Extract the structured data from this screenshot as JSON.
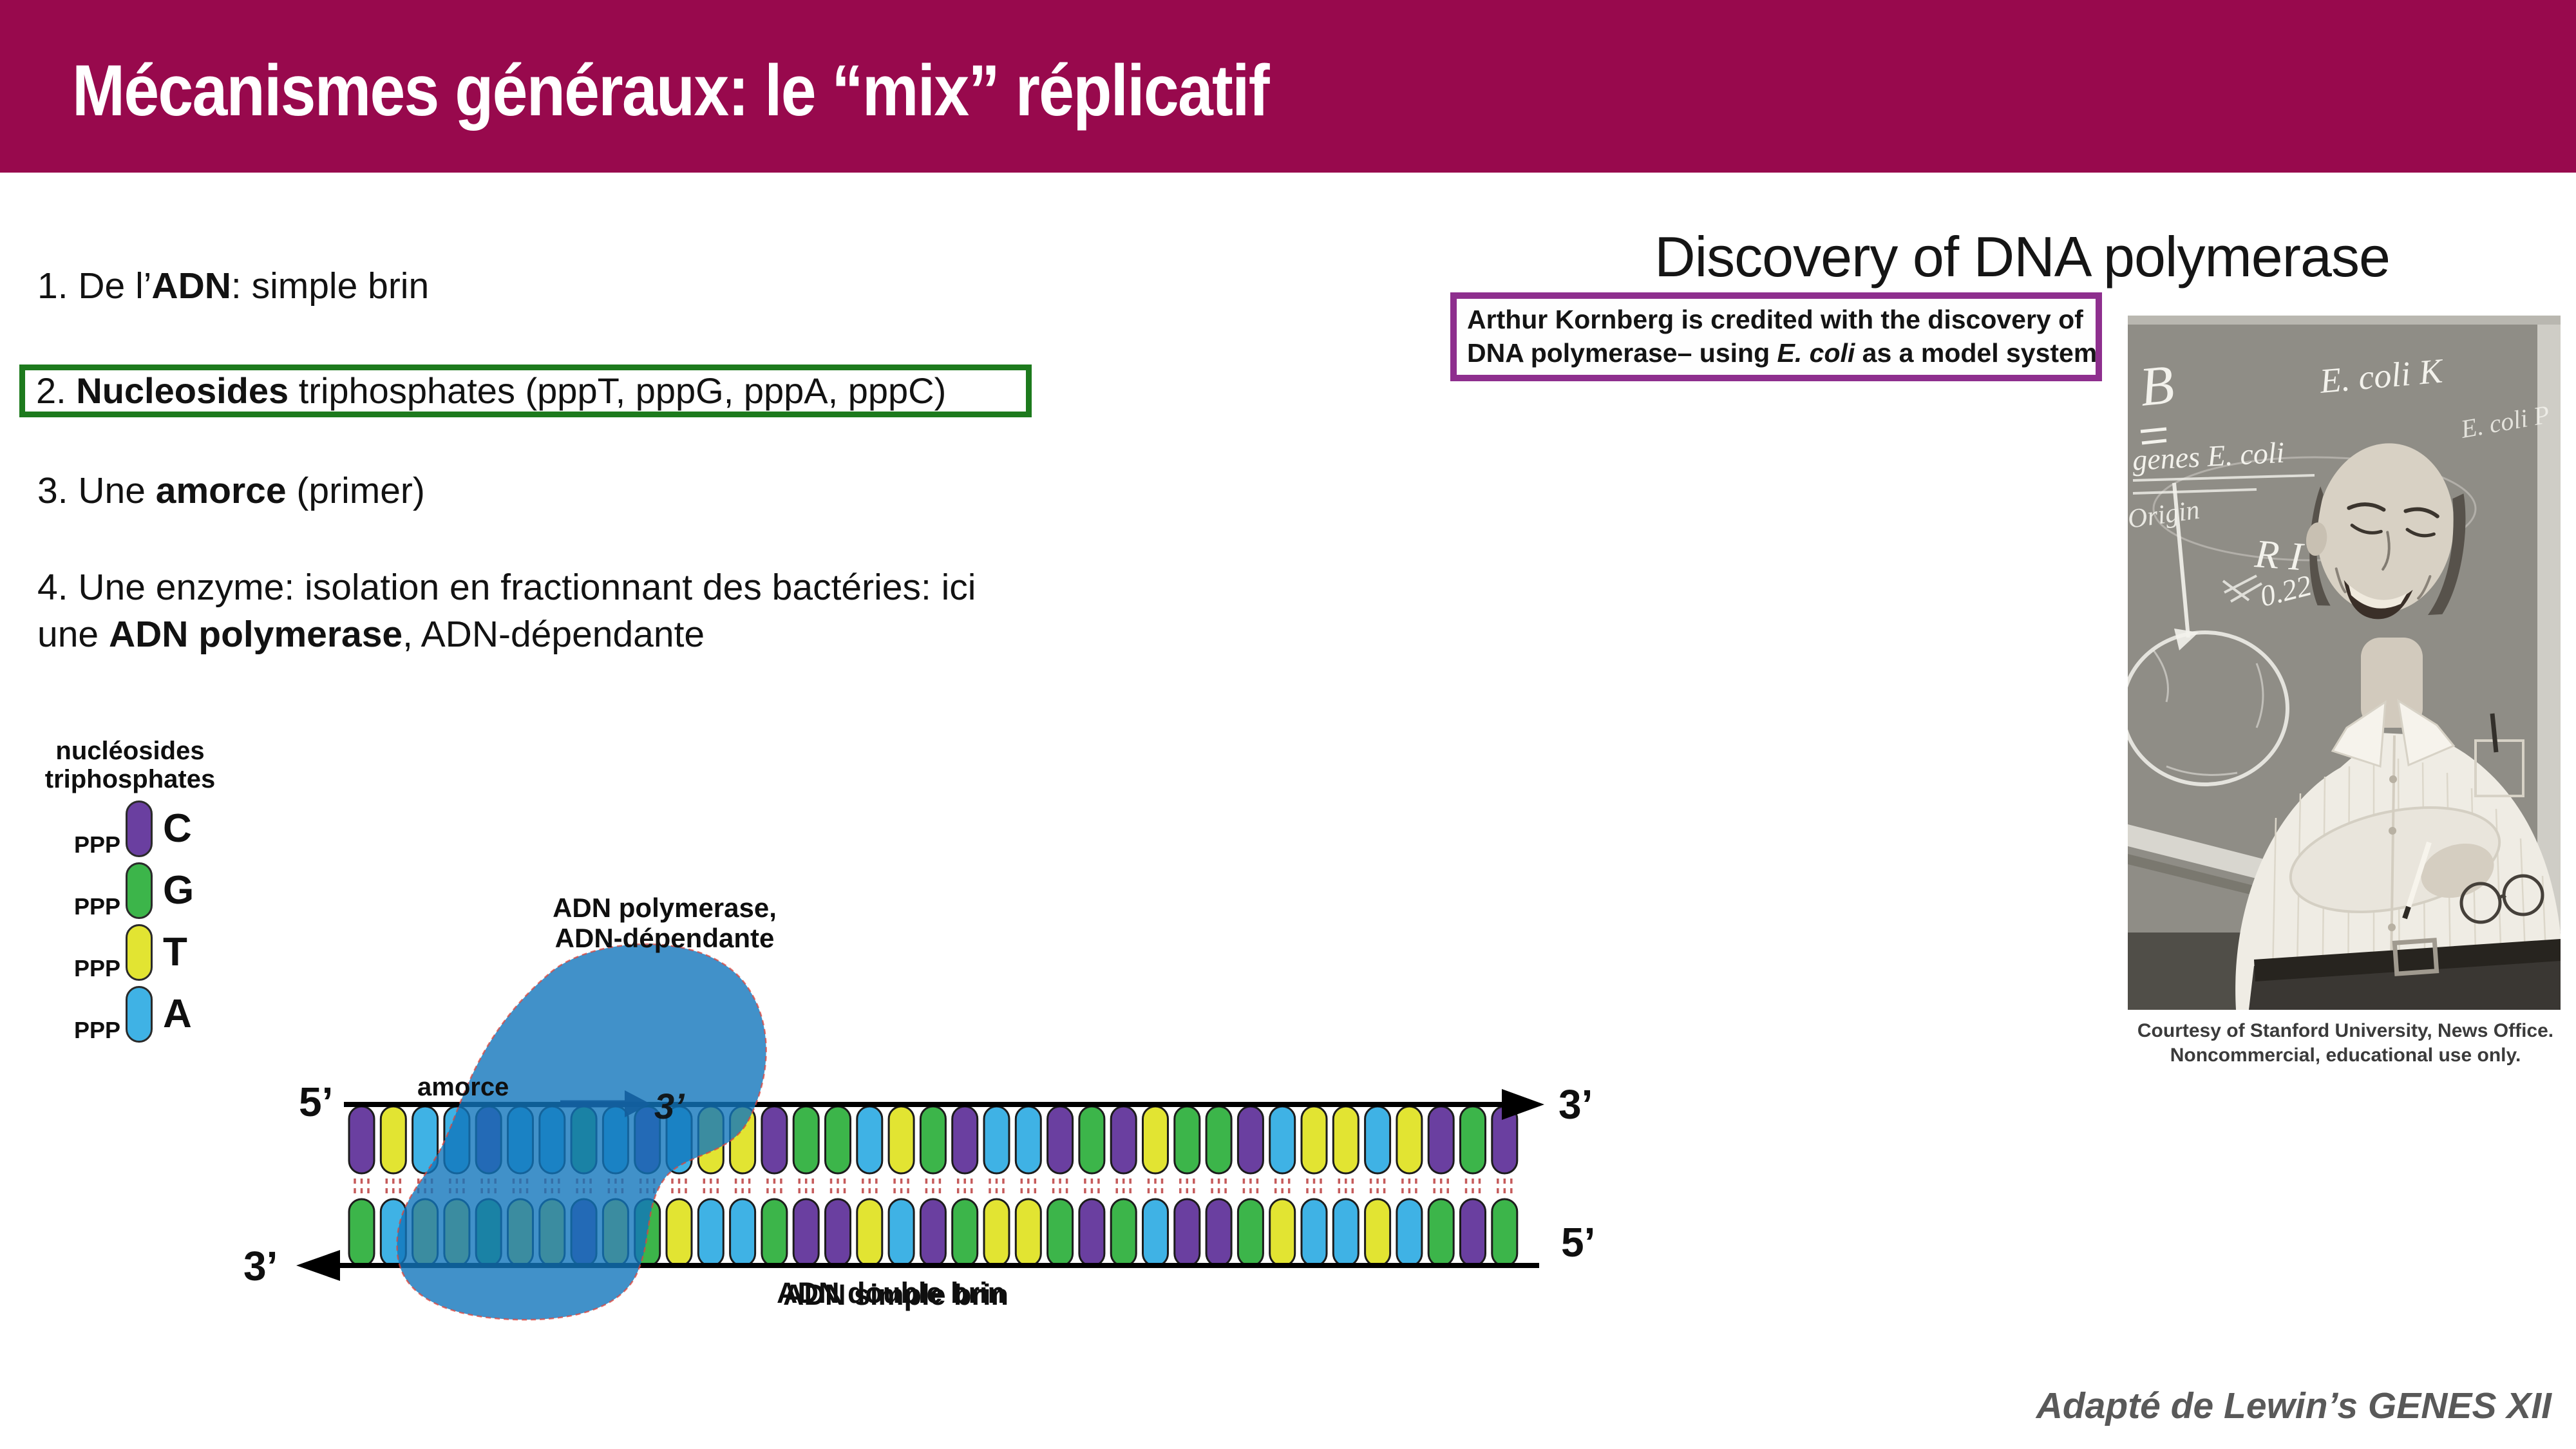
{
  "banner": {
    "title": "Mécanismes généraux: le “mix” réplicatif",
    "bg_color": "#98094D",
    "text_color": "#ffffff"
  },
  "list": {
    "item1": {
      "a": "1. De l’",
      "b": "ADN",
      "c": ": simple brin"
    },
    "item2": {
      "a": "2. ",
      "b": "Nucleosides",
      "c": " triphosphates (pppT, pppG, pppA, pppC)",
      "box_border_color": "#1d7a1d"
    },
    "item3": {
      "a": "3. Une ",
      "b": "amorce",
      "c": " (primer)"
    },
    "item4": {
      "line1": "4. Une enzyme: isolation en fractionnant des bactéries: ici",
      "line2a": "une ",
      "line2b": "ADN polymerase",
      "line2c": ", ADN-dépendante"
    }
  },
  "right_panel": {
    "heading": "Discovery of DNA polymerase",
    "kornberg_box": {
      "border_color": "#8E2F8E",
      "line1": "Arthur Kornberg is credited with the discovery of",
      "line2a": "DNA polymerase– using ",
      "line2b": "E. coli",
      "line2c": " as a model system"
    },
    "photo": {
      "chalk_b": "B",
      "chalk_ecoli_k": "E. coli K",
      "chalk_ecoli_p": "E. coli P",
      "chalk_genes": "genes E. coli",
      "chalk_origin": "Origin",
      "chalk_ri": "R I",
      "chalk_022": "0.22",
      "caption_line1": "Courtesy of Stanford University, News Office.",
      "caption_line2": "Noncommercial, educational use only."
    }
  },
  "attribution": "Adapté de Lewin’s GENES XII",
  "diagram": {
    "legend": {
      "title_line1": "nucléosides",
      "title_line2": "triphosphates",
      "items": [
        {
          "ppp": "PPP",
          "letter": "C",
          "color": "#6A3FA0"
        },
        {
          "ppp": "PPP",
          "letter": "G",
          "color": "#3CB54A"
        },
        {
          "ppp": "PPP",
          "letter": "T",
          "color": "#E2E432"
        },
        {
          "ppp": "PPP",
          "letter": "A",
          "color": "#3FB2E5"
        }
      ]
    },
    "labels": {
      "amorce": "amorce",
      "polymerase_line1": "ADN polymerase,",
      "polymerase_line2": "ADN-dépendante",
      "double_brin": "ADN double brin",
      "simple_brin": "ADN simple brin",
      "five_prime": "5’",
      "three_prime": "3’"
    },
    "strands": {
      "top_sequence": [
        "C",
        "T",
        "A",
        "A",
        "C",
        "A",
        "A",
        "G",
        "A",
        "C",
        "A",
        "T",
        "T",
        "C",
        "G",
        "G",
        "A",
        "T",
        "G",
        "C",
        "A",
        "A",
        "C",
        "G",
        "C",
        "T",
        "G",
        "G",
        "C",
        "A",
        "T",
        "T",
        "A",
        "T",
        "C",
        "G",
        "C"
      ],
      "complement": {
        "C": "G",
        "G": "C",
        "T": "A",
        "A": "T"
      },
      "base_colors": {
        "C": "#6A3FA0",
        "G": "#3CB54A",
        "T": "#E2E432",
        "A": "#3FB2E5"
      },
      "pill_outline": "#1c1c1c",
      "hbond_color": "#BF4A4A",
      "strand_line_color": "#000000",
      "polymerase_blob_color": "rgba(18,118,188,0.80)",
      "blob_outline_color": "rgba(220,70,60,0.75)",
      "primer_arrow_color": "#135F9E"
    }
  }
}
